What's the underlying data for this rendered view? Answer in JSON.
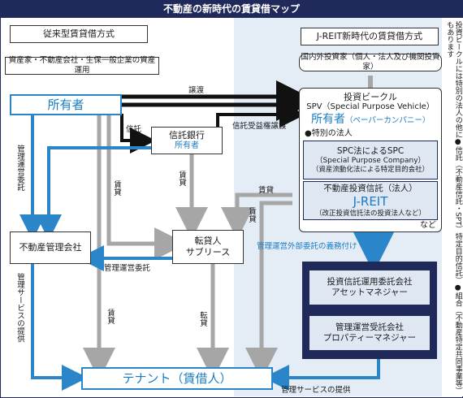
{
  "title": "不動産の新時代の賃貸借マップ",
  "left": {
    "header": "従来型賃貸借方式",
    "sub": "資産家・不動産会社・生保一般企業の資産運用",
    "owner": "所有者",
    "trust_bank": "信託銀行",
    "trust_bank_owner": "所有者",
    "mgmt_company": "不動産管理会社",
    "sublease_line1": "転貸人",
    "sublease_line2": "サブリース",
    "tenant": "テナント（賃借人）"
  },
  "right": {
    "header": "J-REIT新時代の賃貸借方式",
    "investors": "国内外投資家（個人・法人及び機関投資家）",
    "vehicle_line1": "投資ビークル",
    "vehicle_line2": "SPV（Special Purpose Vehicle）",
    "vehicle_owner": "所有者",
    "vehicle_owner_note": "（ペーパーカンパニー）",
    "special_corp": "●特別の法人",
    "spc_title": "SPC法によるSPC",
    "spc_en": "（Special Purpose Company）",
    "spc_note": "（資産流動化法による特定目的会社）",
    "reit_title": "不動産投資信託（法人）",
    "reit_name": "J-REIT",
    "reit_note": "（改正投資信託法の投資法人など）",
    "etc": "など",
    "asset_mgr_line1": "投資信託運用委託会社",
    "asset_mgr_line2": "アセットマネジャー",
    "prop_mgr_line1": "管理運営受託会社",
    "prop_mgr_line2": "プロパティーマネジャー"
  },
  "labels": {
    "transfer": "譲渡",
    "trust": "信託",
    "trust_transfer": "信託受益権譲渡",
    "mgmt_entrust_vertical": "管理運営委託",
    "lease_a": "賃貸",
    "lease_b": "賃貸",
    "lease_c": "賃貸",
    "lease_d": "賃貸",
    "lease_e": "賃貸",
    "mgmt_entrust": "管理運営委託",
    "mgmt_service_vertical": "管理サービスの提供",
    "sublease_label": "転貸",
    "outsourcing_duty": "管理運営外部委託の義務付け",
    "mgmt_service": "管理サービスの提供"
  },
  "side_note": "投資ビークルには特別の法人の他に●信託（不動産信託・SPT）特定目的信託）●組合（不動産特定共同事業等）もあります",
  "colors": {
    "navy": "#1f2a5a",
    "blue": "#2a86c8",
    "gray": "#a6a6a6",
    "panel": "#e4ecf6"
  }
}
